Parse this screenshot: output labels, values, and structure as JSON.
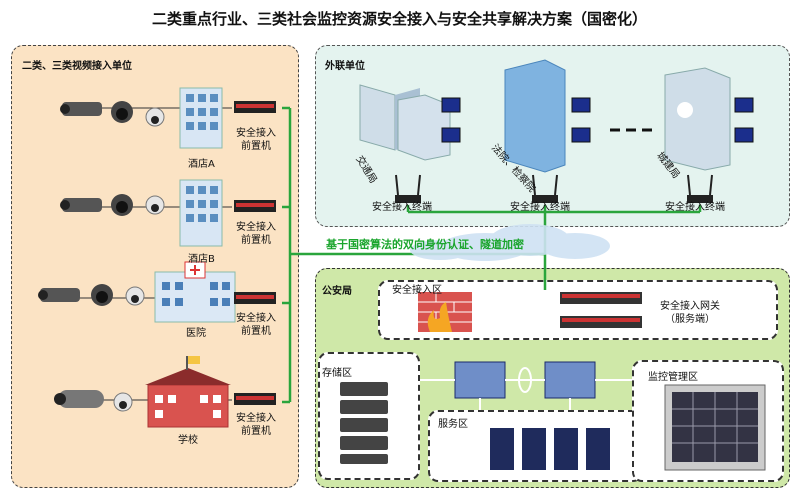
{
  "title": "二类重点行业、三类社会监控资源安全接入与安全共享解决方案（国密化）",
  "left_panel": {
    "label": "二类、三类视频接入单位",
    "sites": [
      {
        "name": "酒店A",
        "device": "安全接入\n前置机"
      },
      {
        "name": "酒店B",
        "device": "安全接入\n前置机"
      },
      {
        "name": "医院",
        "device": "安全接入\n前置机"
      },
      {
        "name": "学校",
        "device": "安全接入\n前置机"
      }
    ]
  },
  "outer_panel": {
    "label": "外联单位",
    "units": [
      {
        "name": "交通局",
        "terminal": "安全接入终端"
      },
      {
        "name": "法院、检察院",
        "terminal": "安全接入终端"
      },
      {
        "name": "城建局",
        "terminal": "安全接入终端"
      }
    ]
  },
  "tunnel_label": "基于国密算法的双向身份认证、隧道加密",
  "police_panel": {
    "label": "公安局",
    "access_zone": "安全接入区",
    "gateway": "安全接入网关\n（服务端）",
    "storage_zone": "存储区",
    "service_zone": "服务区",
    "monitor_zone": "监控管理区"
  },
  "colors": {
    "link": "#2aa53c",
    "left_bg": "#fbe3c4",
    "outer_bg": "#e4f3ef",
    "police_bg": "#cfe8a8"
  }
}
